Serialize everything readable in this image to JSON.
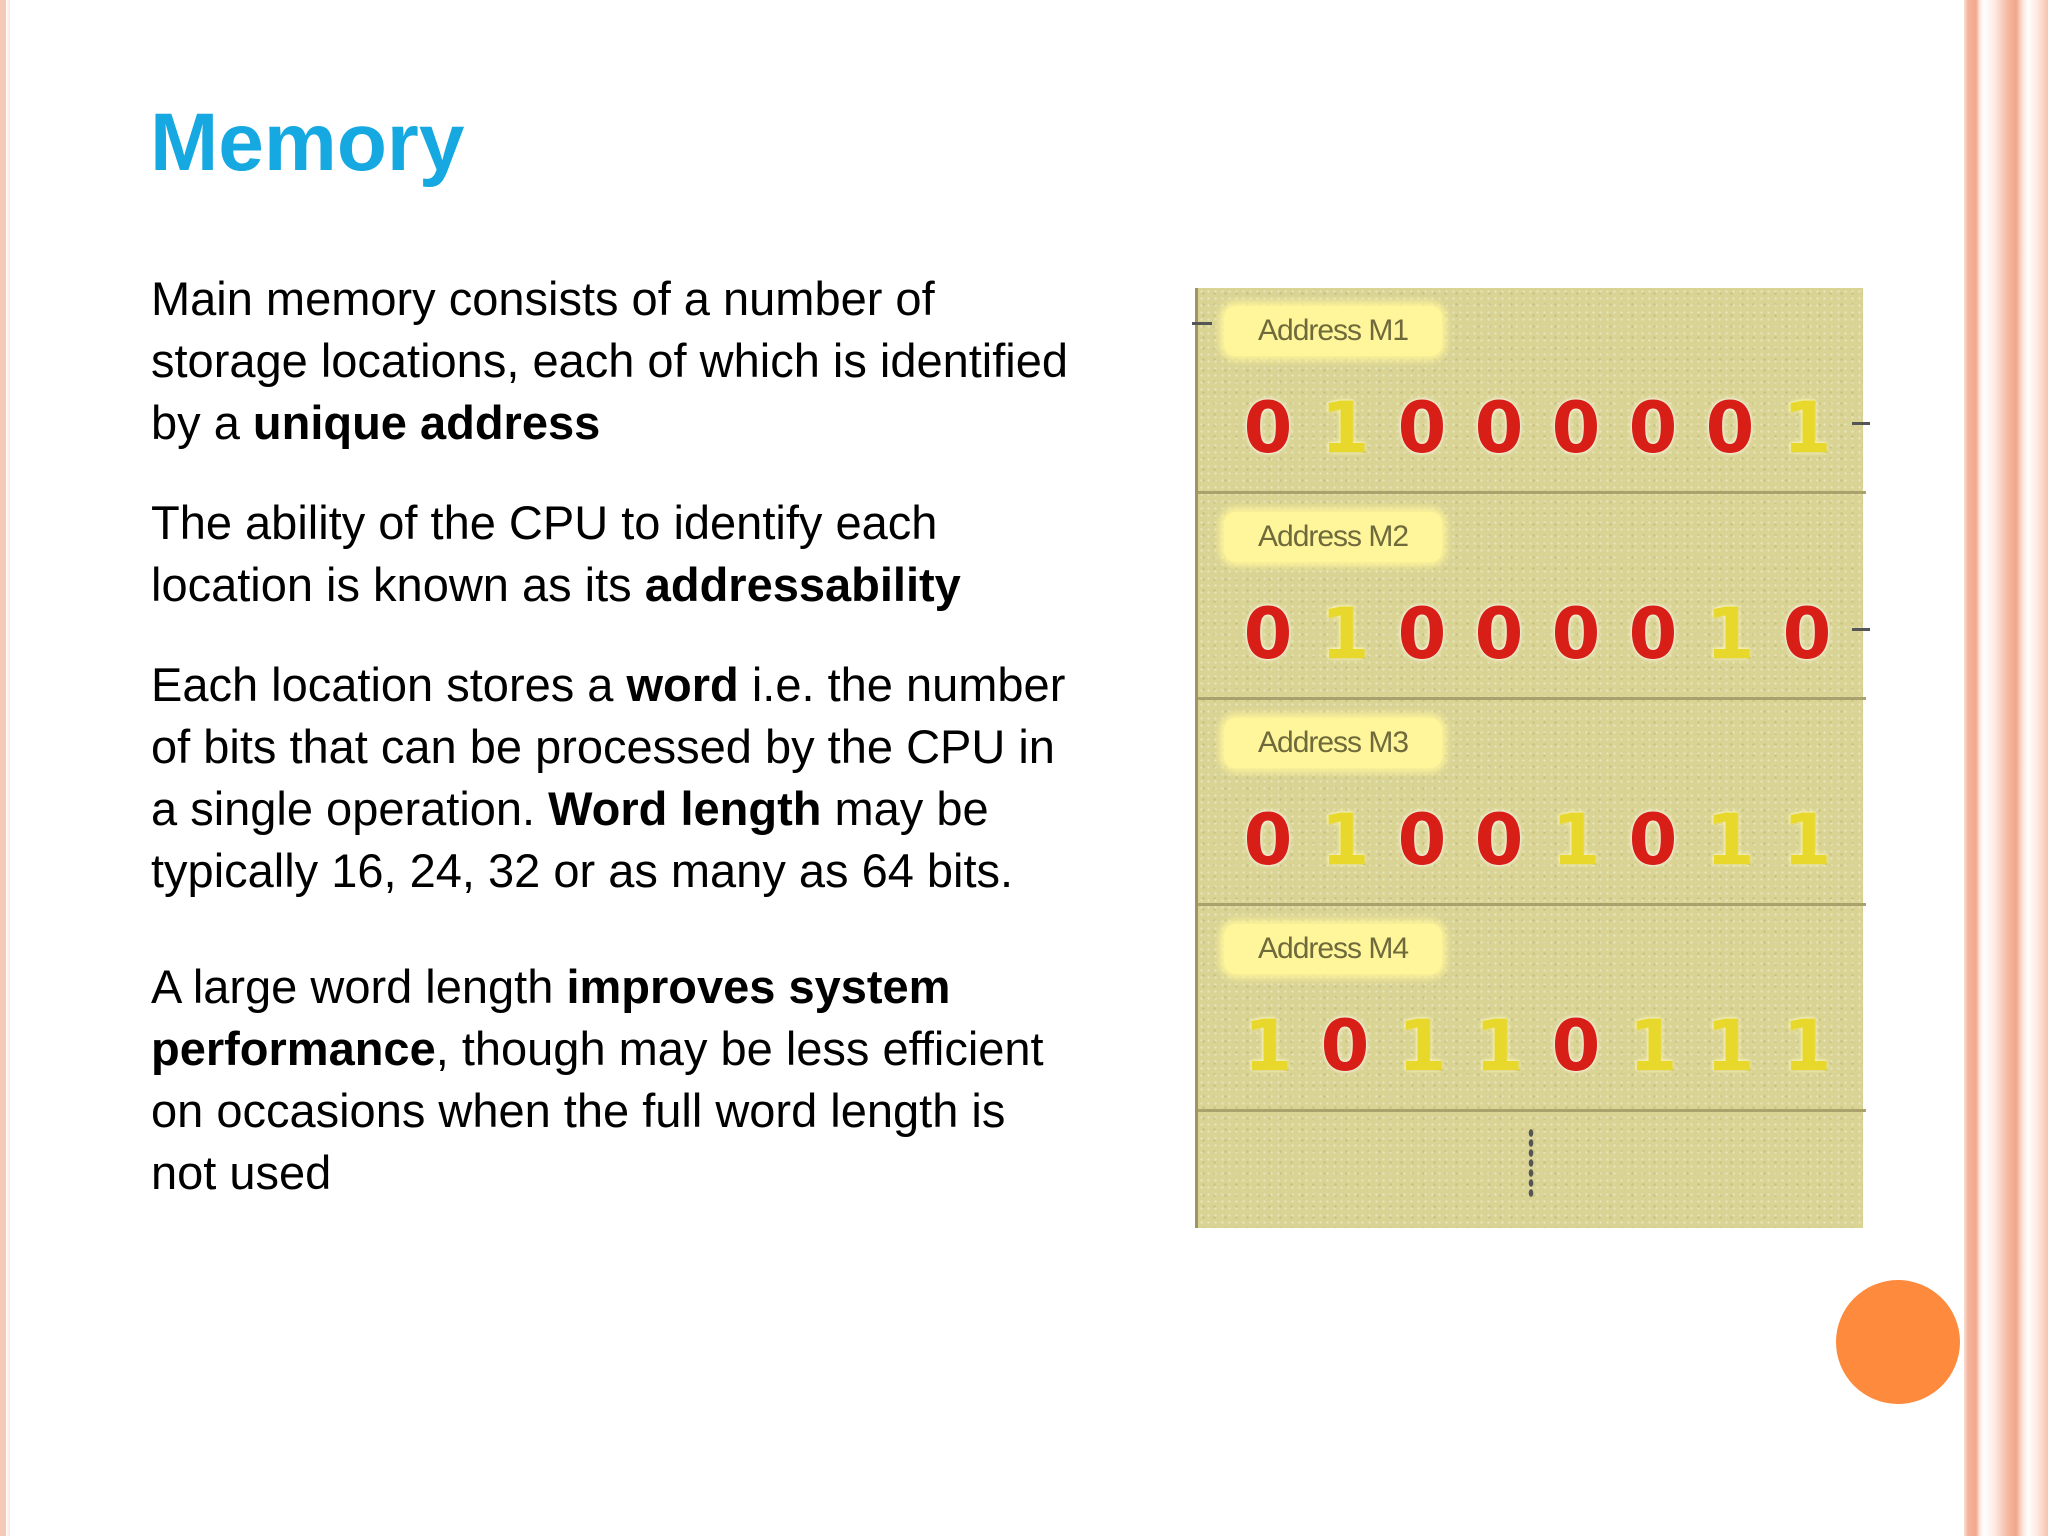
{
  "slide": {
    "title": "Memory",
    "paragraphs": [
      {
        "segments": [
          {
            "text": "Main memory consists of a number of storage locations, each of which is identified by a ",
            "bold": false
          },
          {
            "text": "unique address",
            "bold": true
          }
        ]
      },
      {
        "segments": [
          {
            "text": "The ability of the CPU to identify each location is known as its ",
            "bold": false
          },
          {
            "text": "addressability",
            "bold": true
          }
        ]
      },
      {
        "segments": [
          {
            "text": "Each location stores a ",
            "bold": false
          },
          {
            "text": "word",
            "bold": true
          },
          {
            "text": " i.e. the number of bits that can be processed by the CPU in a single operation. ",
            "bold": false
          },
          {
            "text": "Word length",
            "bold": true
          },
          {
            "text": " may be typically 16, 24, 32 or as many as 64 bits.",
            "bold": false
          }
        ]
      },
      {
        "segments": [
          {
            "text": "A large word length ",
            "bold": false
          },
          {
            "text": "improves system performance",
            "bold": true
          },
          {
            "text": ", though may be less efficient on occasions when the full word length is not used",
            "bold": false
          }
        ]
      }
    ]
  },
  "memory_illustration": {
    "rows": [
      {
        "label": "Address M1",
        "bits": "01000001"
      },
      {
        "label": "Address M2",
        "bits": "01000010"
      },
      {
        "label": "Address M3",
        "bits": "01001011"
      },
      {
        "label": "Address M4",
        "bits": "10110111"
      }
    ],
    "colors": {
      "zero": "#d81f17",
      "one": "#e8d82c",
      "background": "#d9d394",
      "label_bg": "#fff59a"
    }
  },
  "colors": {
    "title": "#16a8e0",
    "accent_dot": "#fd8a3d",
    "border": "#f2a98e"
  }
}
